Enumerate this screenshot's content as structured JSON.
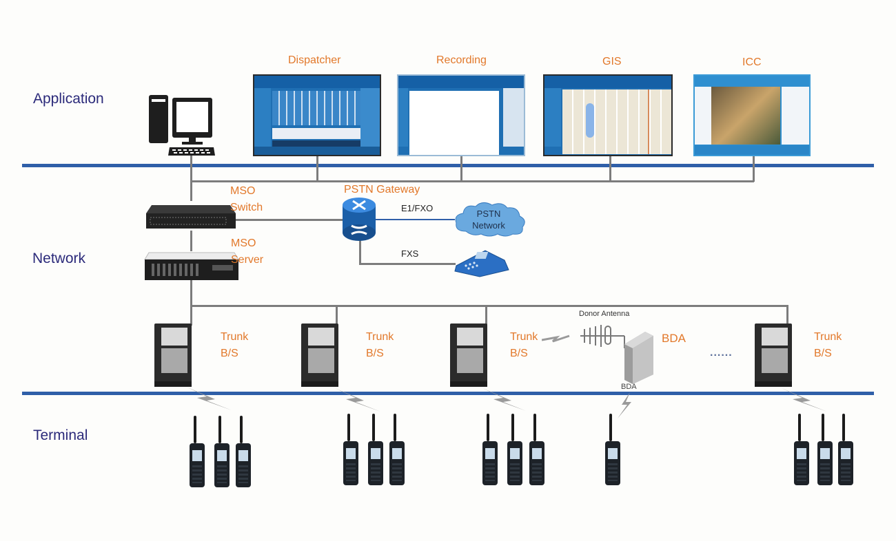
{
  "layers": {
    "application": "Application",
    "network": "Network",
    "terminal": "Terminal"
  },
  "applications": [
    {
      "label": "Dispatcher",
      "icon": "dispatcher-screenshot"
    },
    {
      "label": "Recording",
      "icon": "recording-screenshot"
    },
    {
      "label": "GIS",
      "icon": "gis-map-screenshot"
    },
    {
      "label": "ICC",
      "icon": "icc-video-screenshot"
    }
  ],
  "network": {
    "mso_switch": [
      "MSO",
      "Switch"
    ],
    "mso_server": [
      "MSO",
      "Server"
    ],
    "pstn_gateway": "PSTN Gateway",
    "e1_fxo": "E1/FXO",
    "fxs": "FXS",
    "pstn_network": [
      "PSTN",
      "Network"
    ]
  },
  "base_stations": [
    {
      "line1": "Trunk",
      "line2": "B/S"
    },
    {
      "line1": "Trunk",
      "line2": "B/S"
    },
    {
      "line1": "Trunk",
      "line2": "B/S"
    },
    {
      "line1": "Trunk",
      "line2": "B/S"
    }
  ],
  "bda": {
    "label": "BDA",
    "small_label": "BDA",
    "donor_antenna": "Donor Antenna",
    "ellipsis": "......"
  },
  "colors": {
    "layer_label": "#2b2a7a",
    "device_label": "#e2782a",
    "layer_line": "#2f5fa8",
    "connector": "#7c7c7c"
  }
}
